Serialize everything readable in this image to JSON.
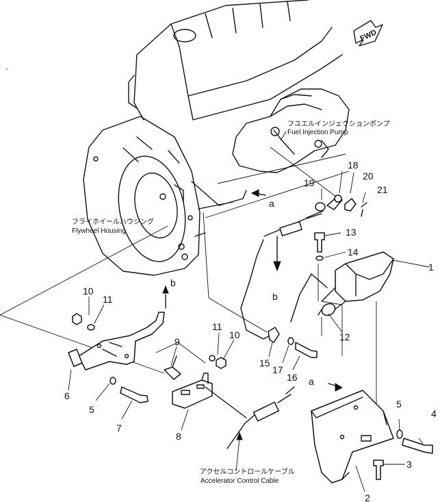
{
  "direction_tag": "FWD",
  "labels": {
    "fuel_pump_jp": "フユエルインジェクションポンプ",
    "fuel_pump_en": "Fuel Injection Pump",
    "flywheel_jp": "フライホイールハウジング",
    "flywheel_en": "Flywheel  Housing",
    "cable_jp": "アクセルコントロールケーブル",
    "cable_en": "Accelerator Control Cable"
  },
  "refs": {
    "a": "a",
    "b": "b"
  },
  "part_numbers": {
    "p1": "1",
    "p2": "2",
    "p3": "3",
    "p4": "4",
    "p5": "5",
    "p6": "6",
    "p7": "7",
    "p8": "8",
    "p9": "9",
    "p10": "10",
    "p11": "11",
    "p12": "12",
    "p13": "13",
    "p14": "14",
    "p15": "15",
    "p16": "16",
    "p17": "17",
    "p18": "18",
    "p19": "19",
    "p20": "20",
    "p21": "21"
  }
}
